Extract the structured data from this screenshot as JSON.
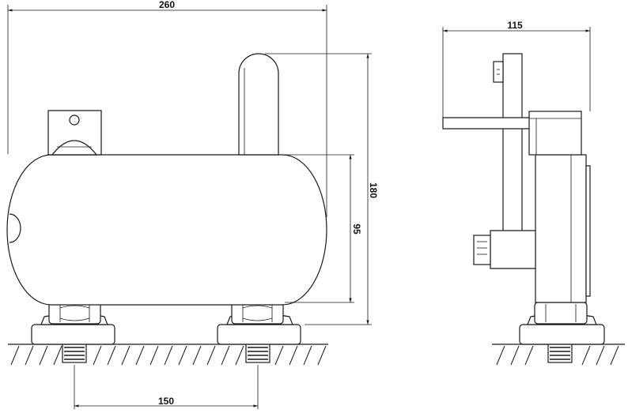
{
  "dimensions": {
    "overall_width": "260",
    "overall_height": "180",
    "body_height": "95",
    "foot_spacing": "150",
    "side_depth": "115"
  },
  "colors": {
    "line": "#1a1a1a",
    "background": "#ffffff"
  }
}
